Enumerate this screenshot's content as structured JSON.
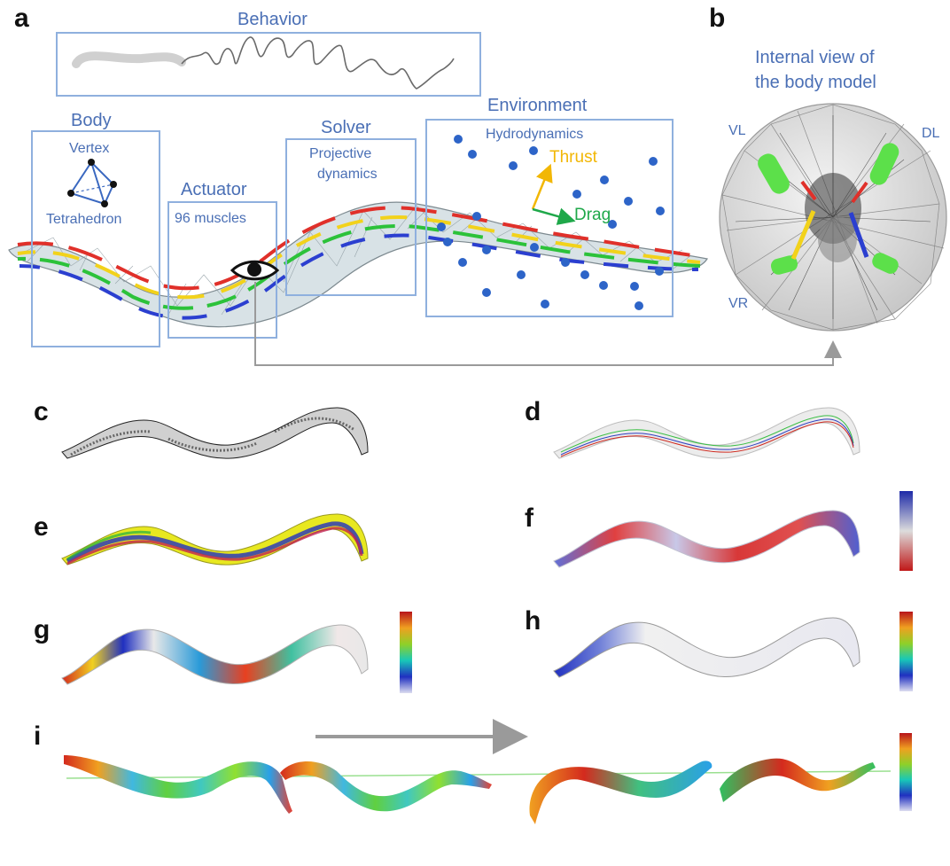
{
  "panels": {
    "a": "a",
    "b": "b",
    "c": "c",
    "d": "d",
    "e": "e",
    "f": "f",
    "g": "g",
    "h": "h",
    "i": "i"
  },
  "panel_a": {
    "behavior": "Behavior",
    "body": {
      "title": "Body",
      "vertex": "Vertex",
      "tetrahedron": "Tetrahedron"
    },
    "actuator": {
      "title": "Actuator",
      "muscles": "96 muscles"
    },
    "solver": {
      "title": "Solver",
      "line1": "Projective",
      "line2": "dynamics"
    },
    "environment": {
      "title": "Environment",
      "hydro": "Hydrodynamics",
      "thrust": "Thrust",
      "drag": "Drag"
    }
  },
  "panel_b": {
    "title_line1": "Internal view of",
    "title_line2": "the body model",
    "vl": "VL",
    "dl": "DL",
    "vr": "VR"
  },
  "colors": {
    "label_blue": "#4a6fb5",
    "box_blue": "#8fb0de",
    "thrust": "#f2b705",
    "drag": "#1fa84a",
    "particle": "#2d64c8",
    "muscle_red": "#e0302a",
    "muscle_yellow": "#f2d21b",
    "muscle_green": "#2cc23a",
    "muscle_blue": "#2b3fd0",
    "arrow_grey": "#9a9a9a"
  }
}
